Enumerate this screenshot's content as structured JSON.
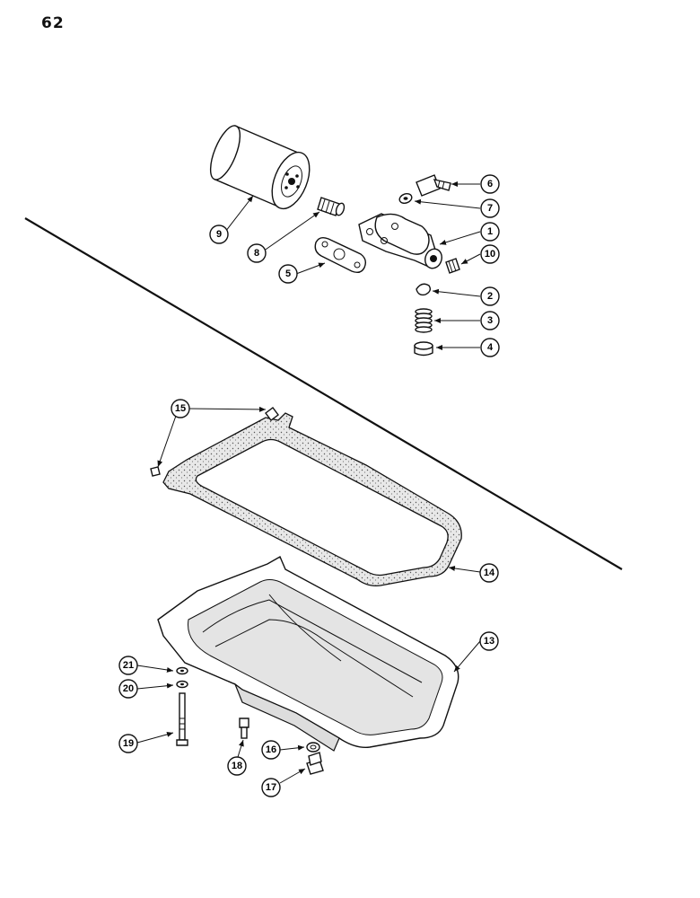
{
  "page": {
    "number": "62"
  },
  "callouts": [
    {
      "label": "1"
    },
    {
      "label": "2"
    },
    {
      "label": "3"
    },
    {
      "label": "4"
    },
    {
      "label": "5"
    },
    {
      "label": "6"
    },
    {
      "label": "7"
    },
    {
      "label": "8"
    },
    {
      "label": "9"
    },
    {
      "label": "10"
    },
    {
      "label": "13"
    },
    {
      "label": "14"
    },
    {
      "label": "15"
    },
    {
      "label": "16"
    },
    {
      "label": "17"
    },
    {
      "label": "18"
    },
    {
      "label": "19"
    },
    {
      "label": "20"
    },
    {
      "label": "21"
    }
  ]
}
